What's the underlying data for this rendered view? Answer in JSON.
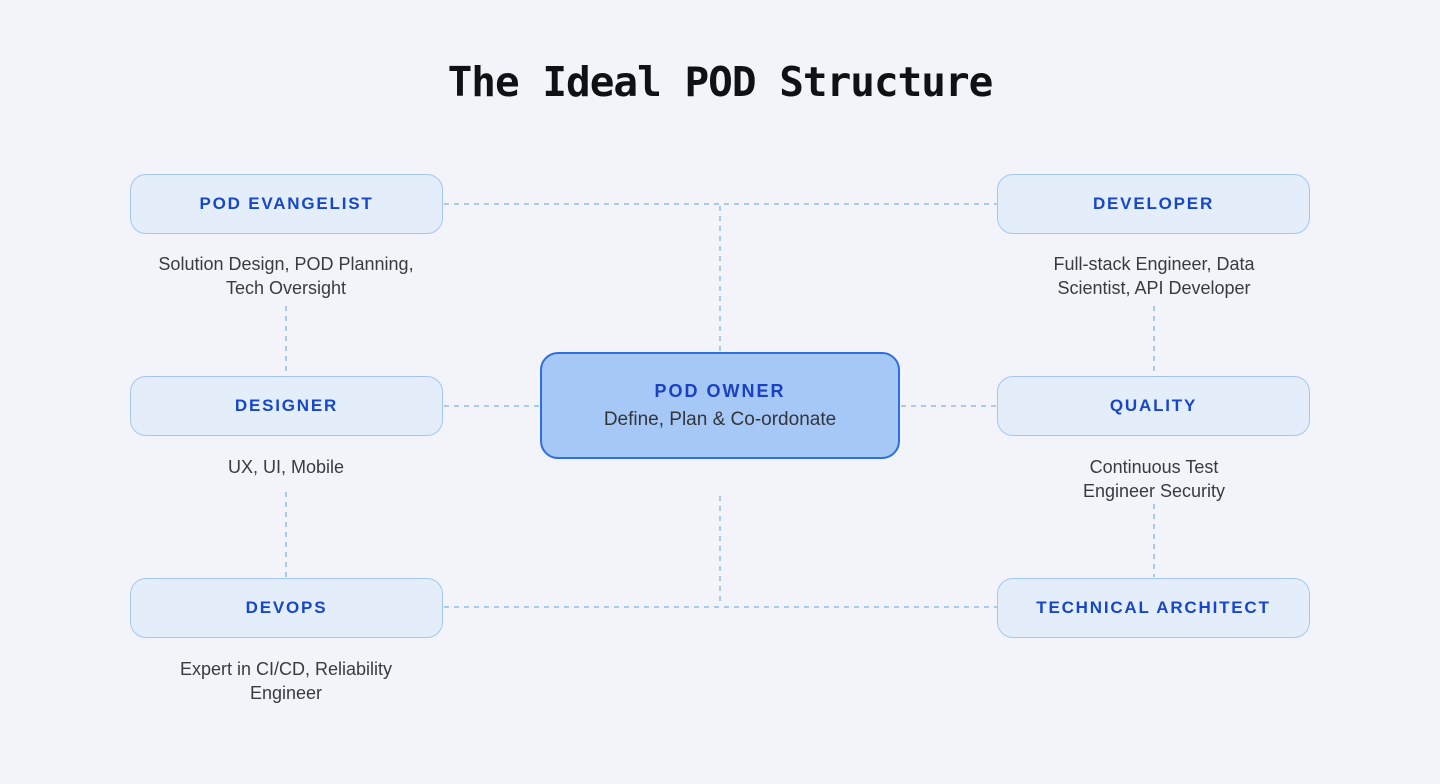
{
  "title": "The Ideal POD Structure",
  "center": {
    "label": "POD OWNER",
    "subtitle": "Define, Plan & Co-ordonate"
  },
  "roles": [
    {
      "id": "pod-evangelist",
      "label": "POD EVANGELIST",
      "lines": [
        "Solution Design, POD Planning,",
        "Tech Oversight"
      ]
    },
    {
      "id": "developer",
      "label": "DEVELOPER",
      "lines": [
        "Full-stack Engineer, Data",
        "Scientist, API Developer"
      ]
    },
    {
      "id": "designer",
      "label": "DESIGNER",
      "lines": [
        "UX, UI, Mobile"
      ]
    },
    {
      "id": "quality",
      "label": "QUALITY",
      "lines": [
        "Continuous Test",
        "Engineer Security"
      ]
    },
    {
      "id": "devops",
      "label": "DEVOPS",
      "lines": [
        "Expert in CI/CD, Reliability",
        "Engineer"
      ]
    },
    {
      "id": "technical-architect",
      "label": "TECHNICAL ARCHITECT",
      "lines": []
    }
  ],
  "colors": {
    "background": "#f2f4f9",
    "box_fill": "#e4eefb",
    "box_border": "#a6c6f1",
    "center_fill": "#a6c8f7",
    "center_border": "#2e6ee3",
    "label_blue": "#1747c8",
    "connector": "#a9c9ef",
    "text_dark": "#3a3b41",
    "title_color": "#101114"
  }
}
